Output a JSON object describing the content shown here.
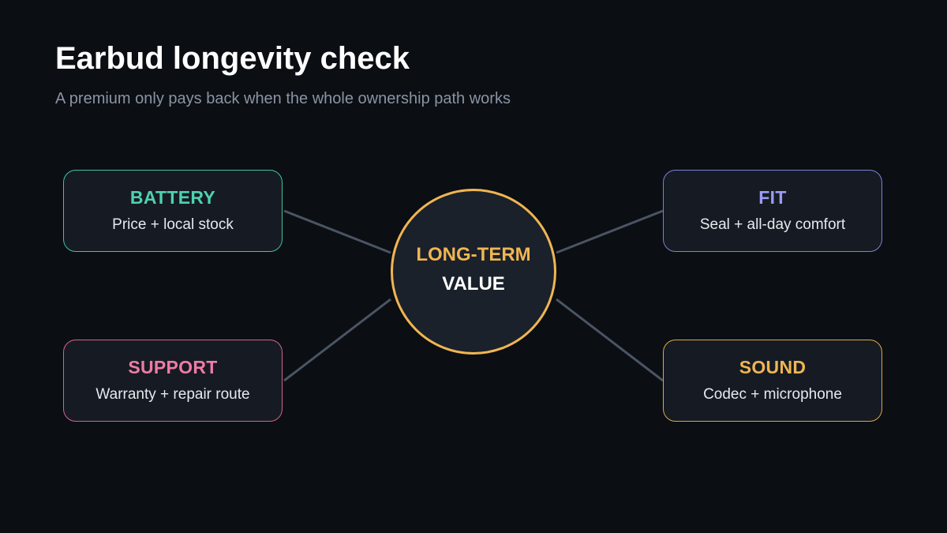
{
  "header": {
    "title": "Earbud longevity check",
    "subtitle": "A premium only pays back when the whole ownership path works"
  },
  "hub": {
    "line1": "LONG-TERM",
    "line2": "VALUE",
    "accent_color": "#f0b552"
  },
  "cards": {
    "battery": {
      "title": "BATTERY",
      "text": "Price + local stock",
      "color": "#4fd1b0"
    },
    "fit": {
      "title": "FIT",
      "text": "Seal + all-day comfort",
      "color": "#9a9cf5"
    },
    "support": {
      "title": "SUPPORT",
      "text": "Warranty + repair route",
      "color": "#ef7ba6"
    },
    "sound": {
      "title": "SOUND",
      "text": "Codec + microphone",
      "color": "#f0b552"
    }
  },
  "colors": {
    "background": "#0b0e13",
    "connector": "#4a5463",
    "card_background": "#161b23"
  }
}
